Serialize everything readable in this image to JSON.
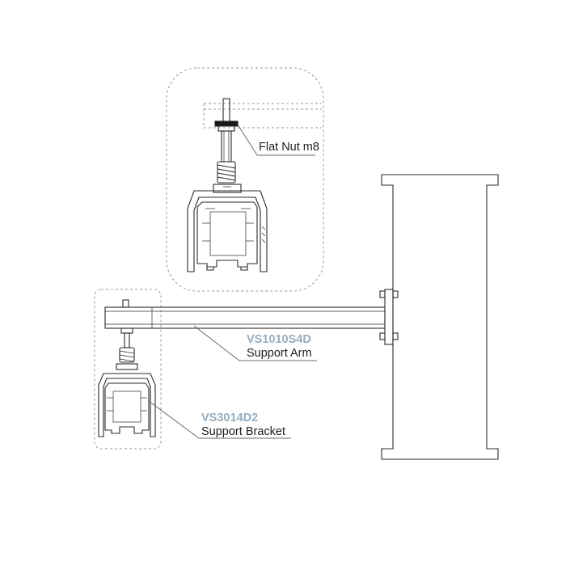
{
  "diagram": {
    "labels": {
      "flat_nut": "Flat Nut m8",
      "support_arm_code": "VS1010S4D",
      "support_arm": "Support Arm",
      "support_bracket_code": "VS3014D2",
      "support_bracket": "Support Bracket"
    },
    "colors": {
      "line": "#2b2b2b",
      "dashed_outline": "#9a9a9a",
      "part_code": "#93aebf",
      "label_text": "#1e1e1e"
    }
  }
}
